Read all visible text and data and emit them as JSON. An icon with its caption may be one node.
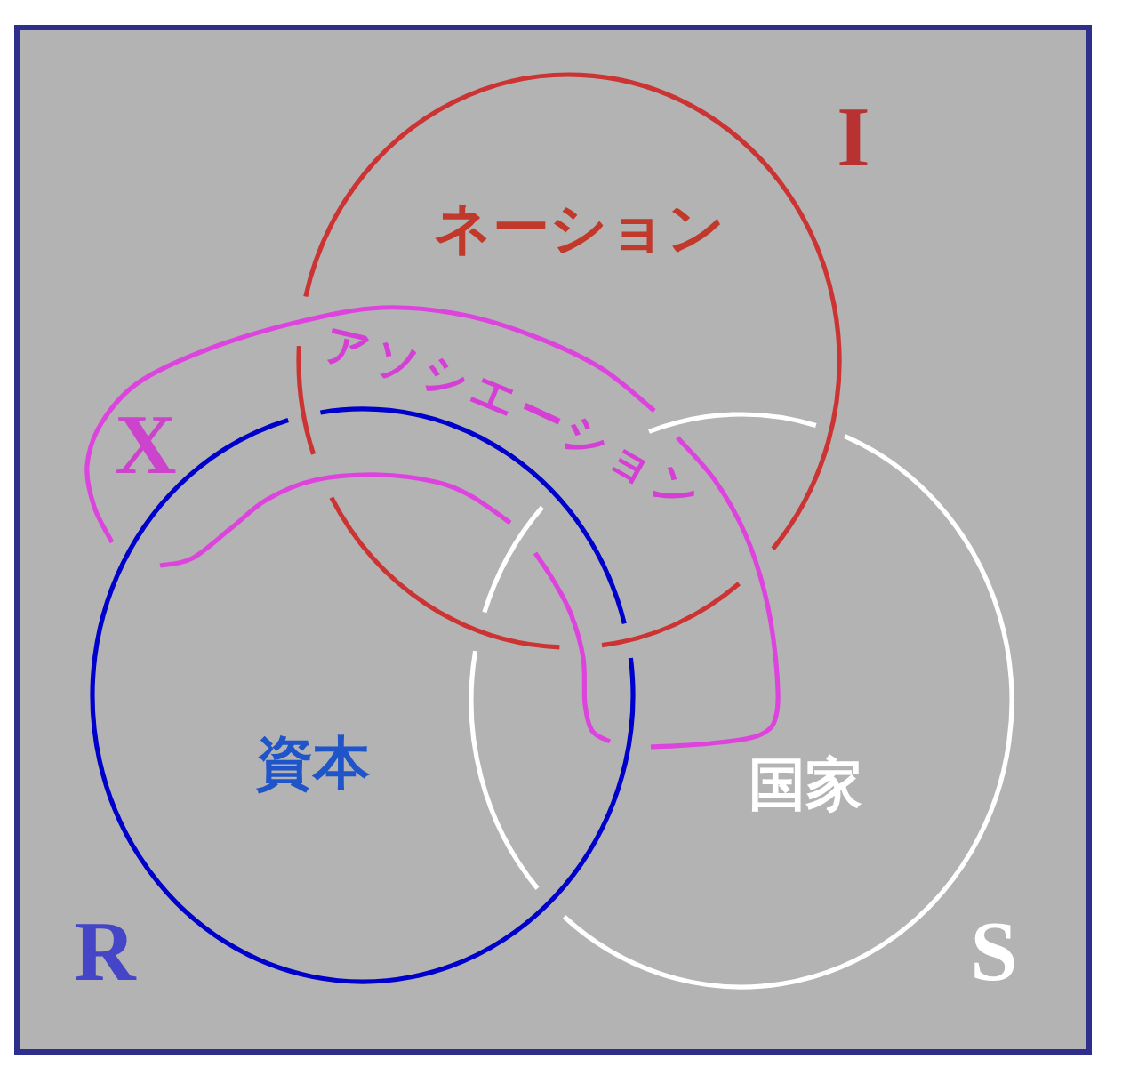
{
  "diagram": {
    "nodes": [
      {
        "text": [
          "I",
          "ネーション"
        ]
      },
      {
        "text": [
          "X",
          "アソシエーション"
        ]
      },
      {
        "text": [
          "資本",
          "R"
        ]
      },
      {
        "text": [
          "国家",
          "S"
        ]
      }
    ]
  }
}
